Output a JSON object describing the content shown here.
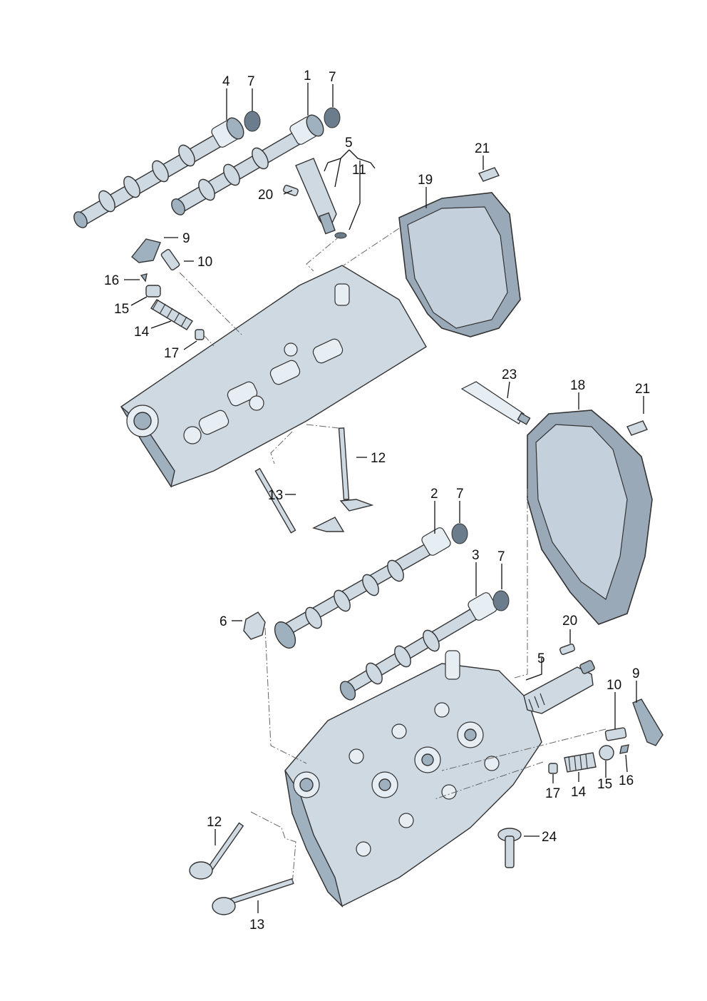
{
  "callouts": {
    "c1": "1",
    "c2": "2",
    "c3": "3",
    "c4": "4",
    "c5a": "5",
    "c5b": "5",
    "c6": "6",
    "c7a": "7",
    "c7b": "7",
    "c7c": "7",
    "c7d": "7",
    "c9a": "9",
    "c9b": "9",
    "c10a": "10",
    "c10b": "10",
    "c11": "11",
    "c12a": "12",
    "c12b": "12",
    "c13a": "13",
    "c13b": "13",
    "c14a": "14",
    "c14b": "14",
    "c15a": "15",
    "c15b": "15",
    "c16a": "16",
    "c16b": "16",
    "c17a": "17",
    "c17b": "17",
    "c18": "18",
    "c19": "19",
    "c20a": "20",
    "c20b": "20",
    "c21a": "21",
    "c21b": "21",
    "c23": "23",
    "c24": "24"
  },
  "colors": {
    "metal": "#cfd9e2",
    "metal_dark": "#9fb0bf",
    "cover": "#9aa9b8",
    "seal": "#6b7d8d",
    "line": "#111111"
  }
}
